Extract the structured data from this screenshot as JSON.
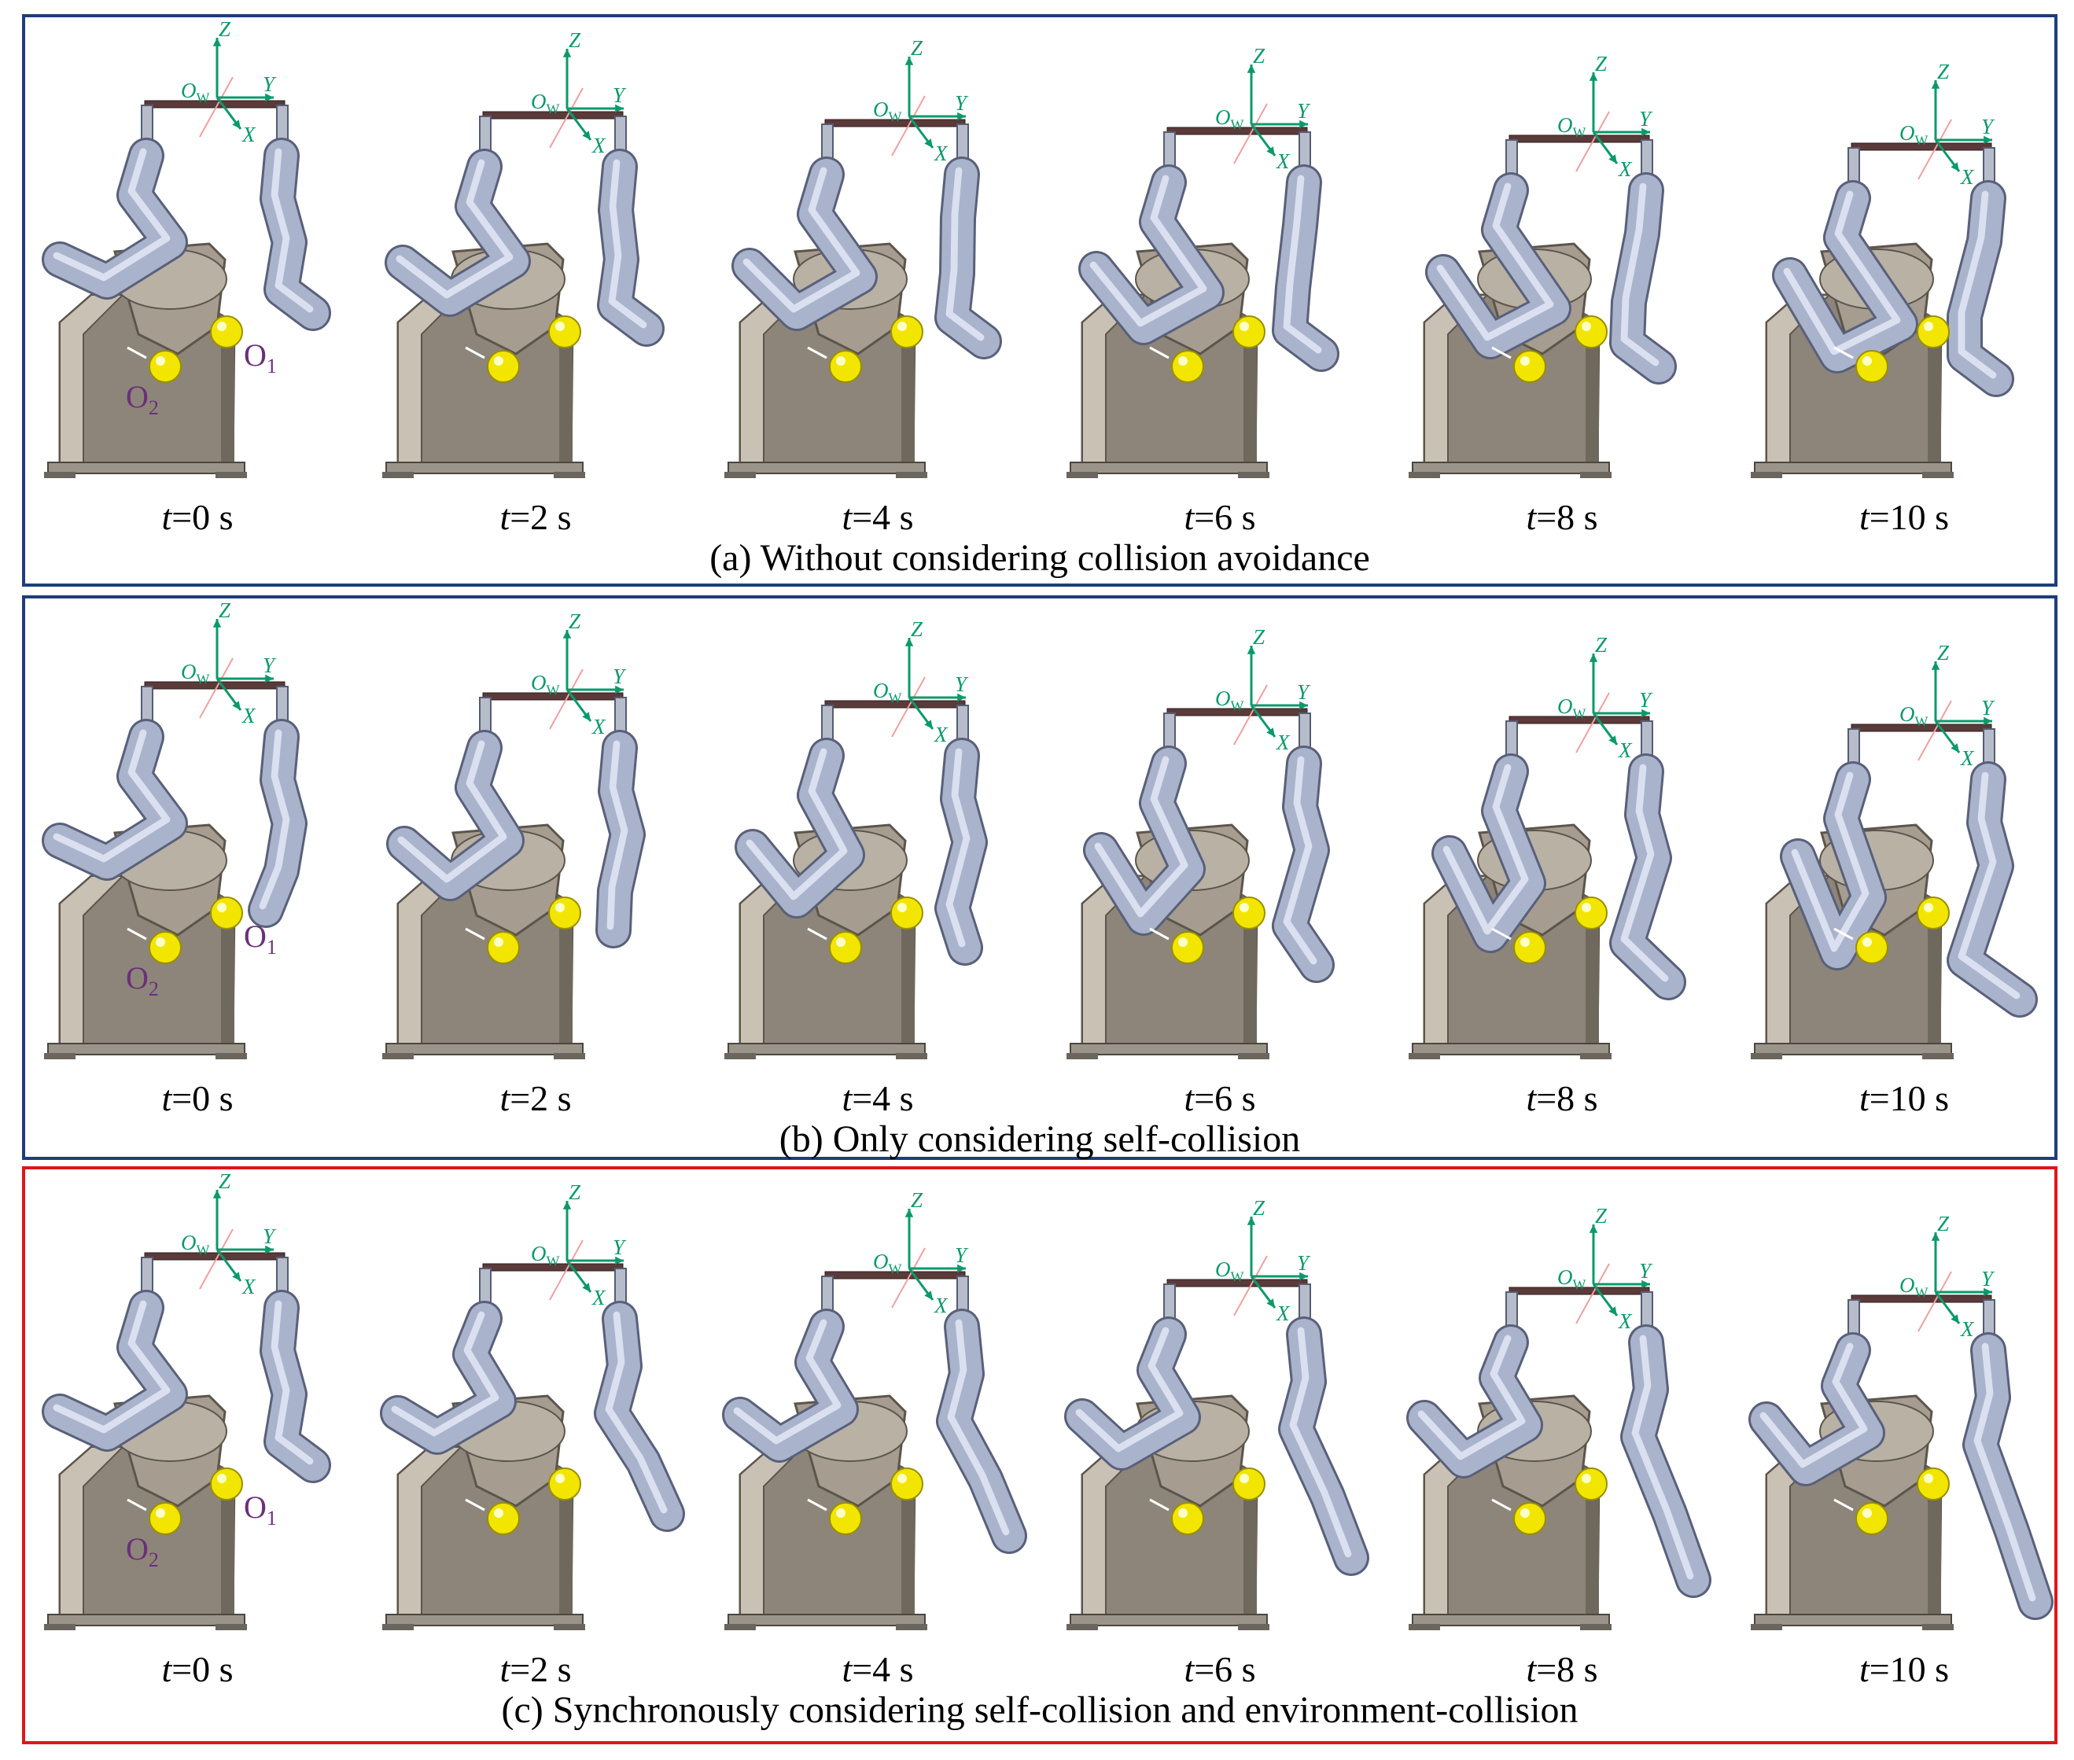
{
  "panels": [
    {
      "caption": "(a) Without considering collision avoidance",
      "border_color": "#1f3d7a",
      "frames": [
        {
          "t": "t",
          "value": "=0 s",
          "arm_state": 0
        },
        {
          "t": "t",
          "value": "=2 s",
          "arm_state": 1
        },
        {
          "t": "t",
          "value": "=4 s",
          "arm_state": 2
        },
        {
          "t": "t",
          "value": "=6 s",
          "arm_state": 3
        },
        {
          "t": "t",
          "value": "=8 s",
          "arm_state": 4
        },
        {
          "t": "t",
          "value": "=10 s",
          "arm_state": 5
        }
      ]
    },
    {
      "caption": "(b) Only considering self-collision",
      "border_color": "#1f3d7a",
      "frames": [
        {
          "t": "t",
          "value": "=0 s",
          "arm_state": 0
        },
        {
          "t": "t",
          "value": "=2 s",
          "arm_state": 1
        },
        {
          "t": "t",
          "value": "=4 s",
          "arm_state": 2
        },
        {
          "t": "t",
          "value": "=6 s",
          "arm_state": 3
        },
        {
          "t": "t",
          "value": "=8 s",
          "arm_state": 4
        },
        {
          "t": "t",
          "value": "=10 s",
          "arm_state": 5
        }
      ]
    },
    {
      "caption": "(c) Synchronously considering self-collision and environment-collision",
      "border_color": "#e0161c",
      "frames": [
        {
          "t": "t",
          "value": "=0 s",
          "arm_state": 0
        },
        {
          "t": "t",
          "value": "=2 s",
          "arm_state": 1
        },
        {
          "t": "t",
          "value": "=4 s",
          "arm_state": 2
        },
        {
          "t": "t",
          "value": "=6 s",
          "arm_state": 3
        },
        {
          "t": "t",
          "value": "=8 s",
          "arm_state": 4
        },
        {
          "t": "t",
          "value": "=10 s",
          "arm_state": 5
        }
      ]
    }
  ],
  "axes": {
    "z": "Z",
    "y": "Y",
    "x": "X",
    "origin": "O",
    "origin_sub": "W"
  },
  "obstacles": {
    "o1": "O",
    "o1_sub": "1",
    "o2": "O",
    "o2_sub": "2"
  },
  "colors": {
    "axis": "#0a9a6a",
    "obstacle": "#f2e600",
    "robot_body": "#8d8579",
    "robot_arm": "#aab3cc",
    "bar": "#5b3a3a",
    "obstacle_label": "#6b2f7a"
  }
}
